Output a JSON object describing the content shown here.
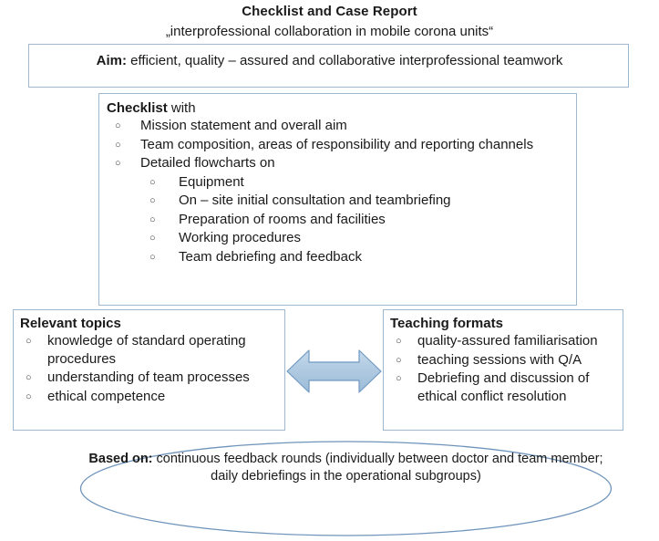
{
  "header": {
    "title": "Checklist and Case Report",
    "subtitle": "„interprofessional collaboration in  mobile corona units“"
  },
  "aim": {
    "label": "Aim:",
    "text": " efficient, quality – assured and collaborative interprofessional teamwork"
  },
  "checklist": {
    "heading_bold": "Checklist",
    "heading_rest": " with",
    "items": [
      "Mission statement and overall aim",
      "Team composition, areas of responsibility and reporting channels",
      "Detailed flowcharts on"
    ],
    "subitems": [
      "Equipment",
      "On – site initial consultation and teambriefing",
      "Preparation of rooms and facilities",
      "Working procedures",
      "Team debriefing and feedback"
    ]
  },
  "topics": {
    "heading": "Relevant topics",
    "items": [
      "knowledge of standard operating procedures",
      "understanding of team processes",
      "ethical competence"
    ]
  },
  "teaching": {
    "heading": "Teaching formats",
    "items": [
      "quality-assured familiarisation",
      "teaching sessions with Q/A",
      "Debriefing and discussion of ethical conflict resolution"
    ]
  },
  "connector": {
    "icon": "double-headed-arrow-icon"
  },
  "basis": {
    "label": "Based on:",
    "text": " continuous feedback rounds (individually between doctor and team member; daily debriefings in the operational subgroups)"
  },
  "bullet": {
    "glyph": "○"
  },
  "colors": {
    "box_border": "#9fb8d2",
    "arrow_fill": "#adc8e0",
    "arrow_stroke": "#6f9cc4",
    "ellipse_stroke": "#6f94bb",
    "text": "#1a1a1a"
  }
}
